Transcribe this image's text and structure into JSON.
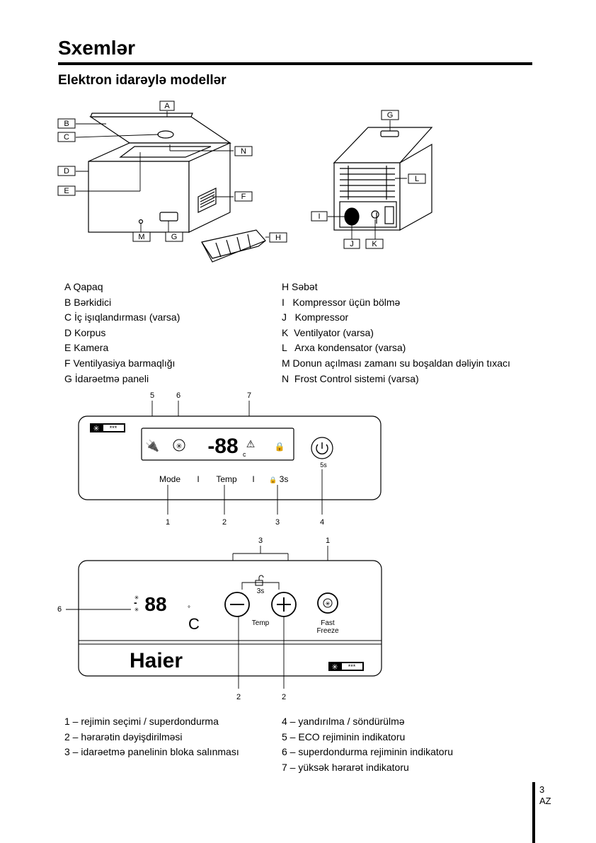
{
  "page": {
    "title": "Sxemlər",
    "subtitle": "Elektron idarəylə modellər",
    "page_number": "3",
    "language": "AZ"
  },
  "diagram_letters": [
    "A",
    "B",
    "C",
    "D",
    "E",
    "F",
    "G",
    "H",
    "I",
    "J",
    "K",
    "L",
    "M",
    "N"
  ],
  "parts_left": [
    "A Qapaq",
    "B Bərkidici",
    "C İç işıqlandırması (varsa)",
    "D Korpus",
    "E Kamera",
    "F Ventilyasiya barmaqlığı",
    "G İdarəetmə paneli"
  ],
  "parts_right": [
    "H Səbət",
    "I   Kompressor üçün bölmə",
    "J   Kompressor",
    "K  Ventilyator (varsa)",
    "L   Arxa kondensator (varsa)",
    "M Donun açılması zamanı su boşaldan dəliyin tıxacı",
    "N  Frost Control sistemi (varsa)"
  ],
  "panel1": {
    "top_callouts": [
      "5",
      "6",
      "7"
    ],
    "bottom_callouts": [
      "1",
      "2",
      "3",
      "4"
    ],
    "display": "-88",
    "unit_small": "c",
    "mode_label": "Mode",
    "separator": "I",
    "temp_label": "Temp",
    "lock_label": "3s",
    "power_hold": "5s",
    "badge_text": "***"
  },
  "panel2": {
    "top_callouts": [
      "3",
      "1"
    ],
    "left_callout": "6",
    "bottom_callouts": [
      "2",
      "2"
    ],
    "display": "88",
    "unit": "C",
    "degree": "°",
    "lock_label": "3s",
    "temp_label": "Temp",
    "fast_label_1": "Fast",
    "fast_label_2": "Freeze",
    "brand": "Haier",
    "badge_text": "***"
  },
  "functions_left": [
    "1 – rejimin seçimi / superdondurma",
    "2 – hərarətin dəyişdirilməsi",
    "3 – idarəetmə panelinin bloka salınması"
  ],
  "functions_right": [
    "4 – yandırılma / söndürülmə",
    "5 – ECO rejiminin indikatoru",
    "6 – superdondurma rejiminin indikatoru",
    "7 – yüksək hərarət indikatoru"
  ]
}
